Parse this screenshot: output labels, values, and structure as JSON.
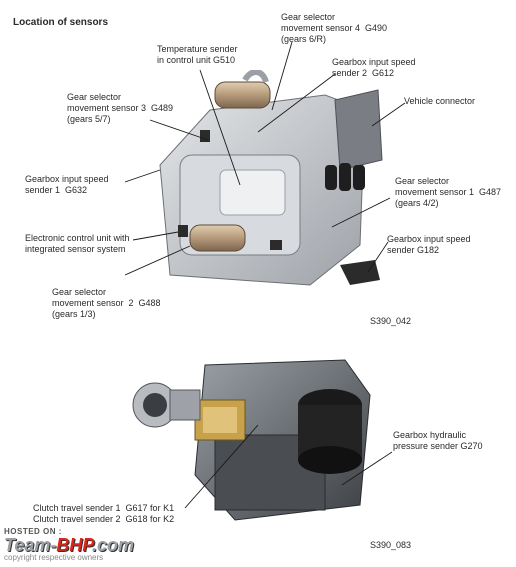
{
  "title": "Location of sensors",
  "labels": {
    "temp_sender": "Temperature sender\nin control unit G510",
    "gsm4": "Gear selector\nmovement sensor 4  G490\n(gears 6/R)",
    "gis2": "Gearbox input speed\nsender 2  G612",
    "gsm3": "Gear selector\nmovement sensor 3  G489\n(gears 5/7)",
    "vehicle_connector": "Vehicle connector",
    "gis1": "Gearbox input speed\nsender 1  G632",
    "gsm1": "Gear selector\nmovement sensor 1  G487\n(gears 4/2)",
    "ecu": "Electronic control unit with\nintegrated sensor system",
    "g182": "Gearbox input speed\nsender G182",
    "gsm2": "Gear selector\nmovement sensor  2  G488\n(gears 1/3)",
    "hydraulic": "Gearbox hydraulic\npressure sender G270",
    "clutch": "Clutch travel sender 1  G617 for K1\nClutch travel sender 2  G618 for K2"
  },
  "figure_ids": {
    "top": "S390_042",
    "bottom": "S390_083"
  },
  "watermark": {
    "hosted": "HOSTED ON :",
    "brand_left": "Team-",
    "brand_accent": "BHP",
    "brand_right": ".com",
    "copyright": "copyright respective owners"
  },
  "colors": {
    "line": "#1a1a1a",
    "metal": "#c9ccd0",
    "metal_dark": "#8d9197",
    "dark": "#2b2b2b",
    "brass": "#c8a24a",
    "accent": "#d9261c"
  }
}
